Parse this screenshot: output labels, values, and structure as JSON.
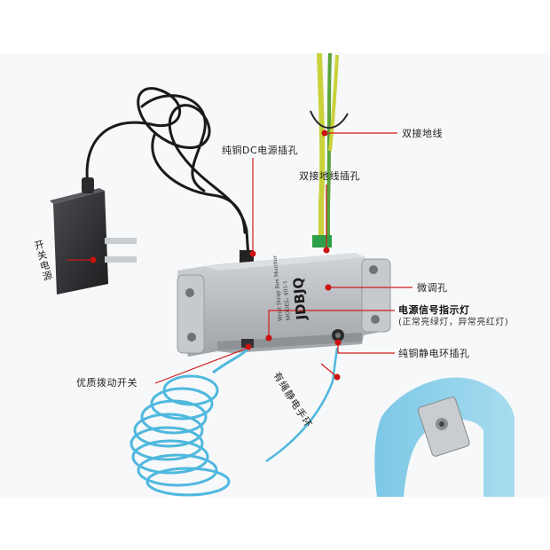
{
  "callouts": {
    "dc_power_jack": "纯铜DC电源插孔",
    "dual_ground_wire": "双接地线",
    "dual_ground_jack": "双接地线插孔",
    "adjust_hole": "微调孔",
    "indicator_light": "电源信号指示灯",
    "indicator_note": "(正常亮绿灯，异常亮红灯)",
    "static_ring_jack": "纯铜静电环插孔",
    "toggle_switch": "优质拨动开关",
    "wrist_strap": "有绳静电手环",
    "switching_power": "开关电源"
  },
  "device": {
    "brand": "JDBJQ",
    "line1": "Wrist Strap Box Monitor",
    "line2": "MODEL: 401-1"
  },
  "colors": {
    "callout_line": "#d11a1a",
    "callout_dot": "#cc1111",
    "device_body": "#b9bcc0",
    "coil_cord": "#4fb8de",
    "strap": "#8fd1ea",
    "ground_wire": "#c9d23a"
  }
}
